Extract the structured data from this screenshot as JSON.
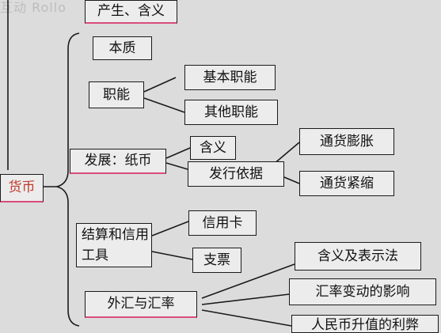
{
  "watermark": "互动 Rollo",
  "root": {
    "label": "货币",
    "accent_color": "#c0392b"
  },
  "nodes": {
    "origin": "产生、含义",
    "essence": "本质",
    "functions": "职能",
    "basic_functions": "基本职能",
    "other_functions": "其他职能",
    "development": "发展：纸币",
    "meaning": "含义",
    "issuance_basis": "发行依据",
    "inflation": "通货膨胀",
    "deflation": "通货紧缩",
    "settlement": "结算和信用工具",
    "credit_card": "信用卡",
    "check": "支票",
    "forex": "外汇与汇率",
    "forex_meaning": "含义及表示法",
    "rate_impact": "汇率变动的影响",
    "rmb_appreciation": "人民币升值的利弊"
  }
}
